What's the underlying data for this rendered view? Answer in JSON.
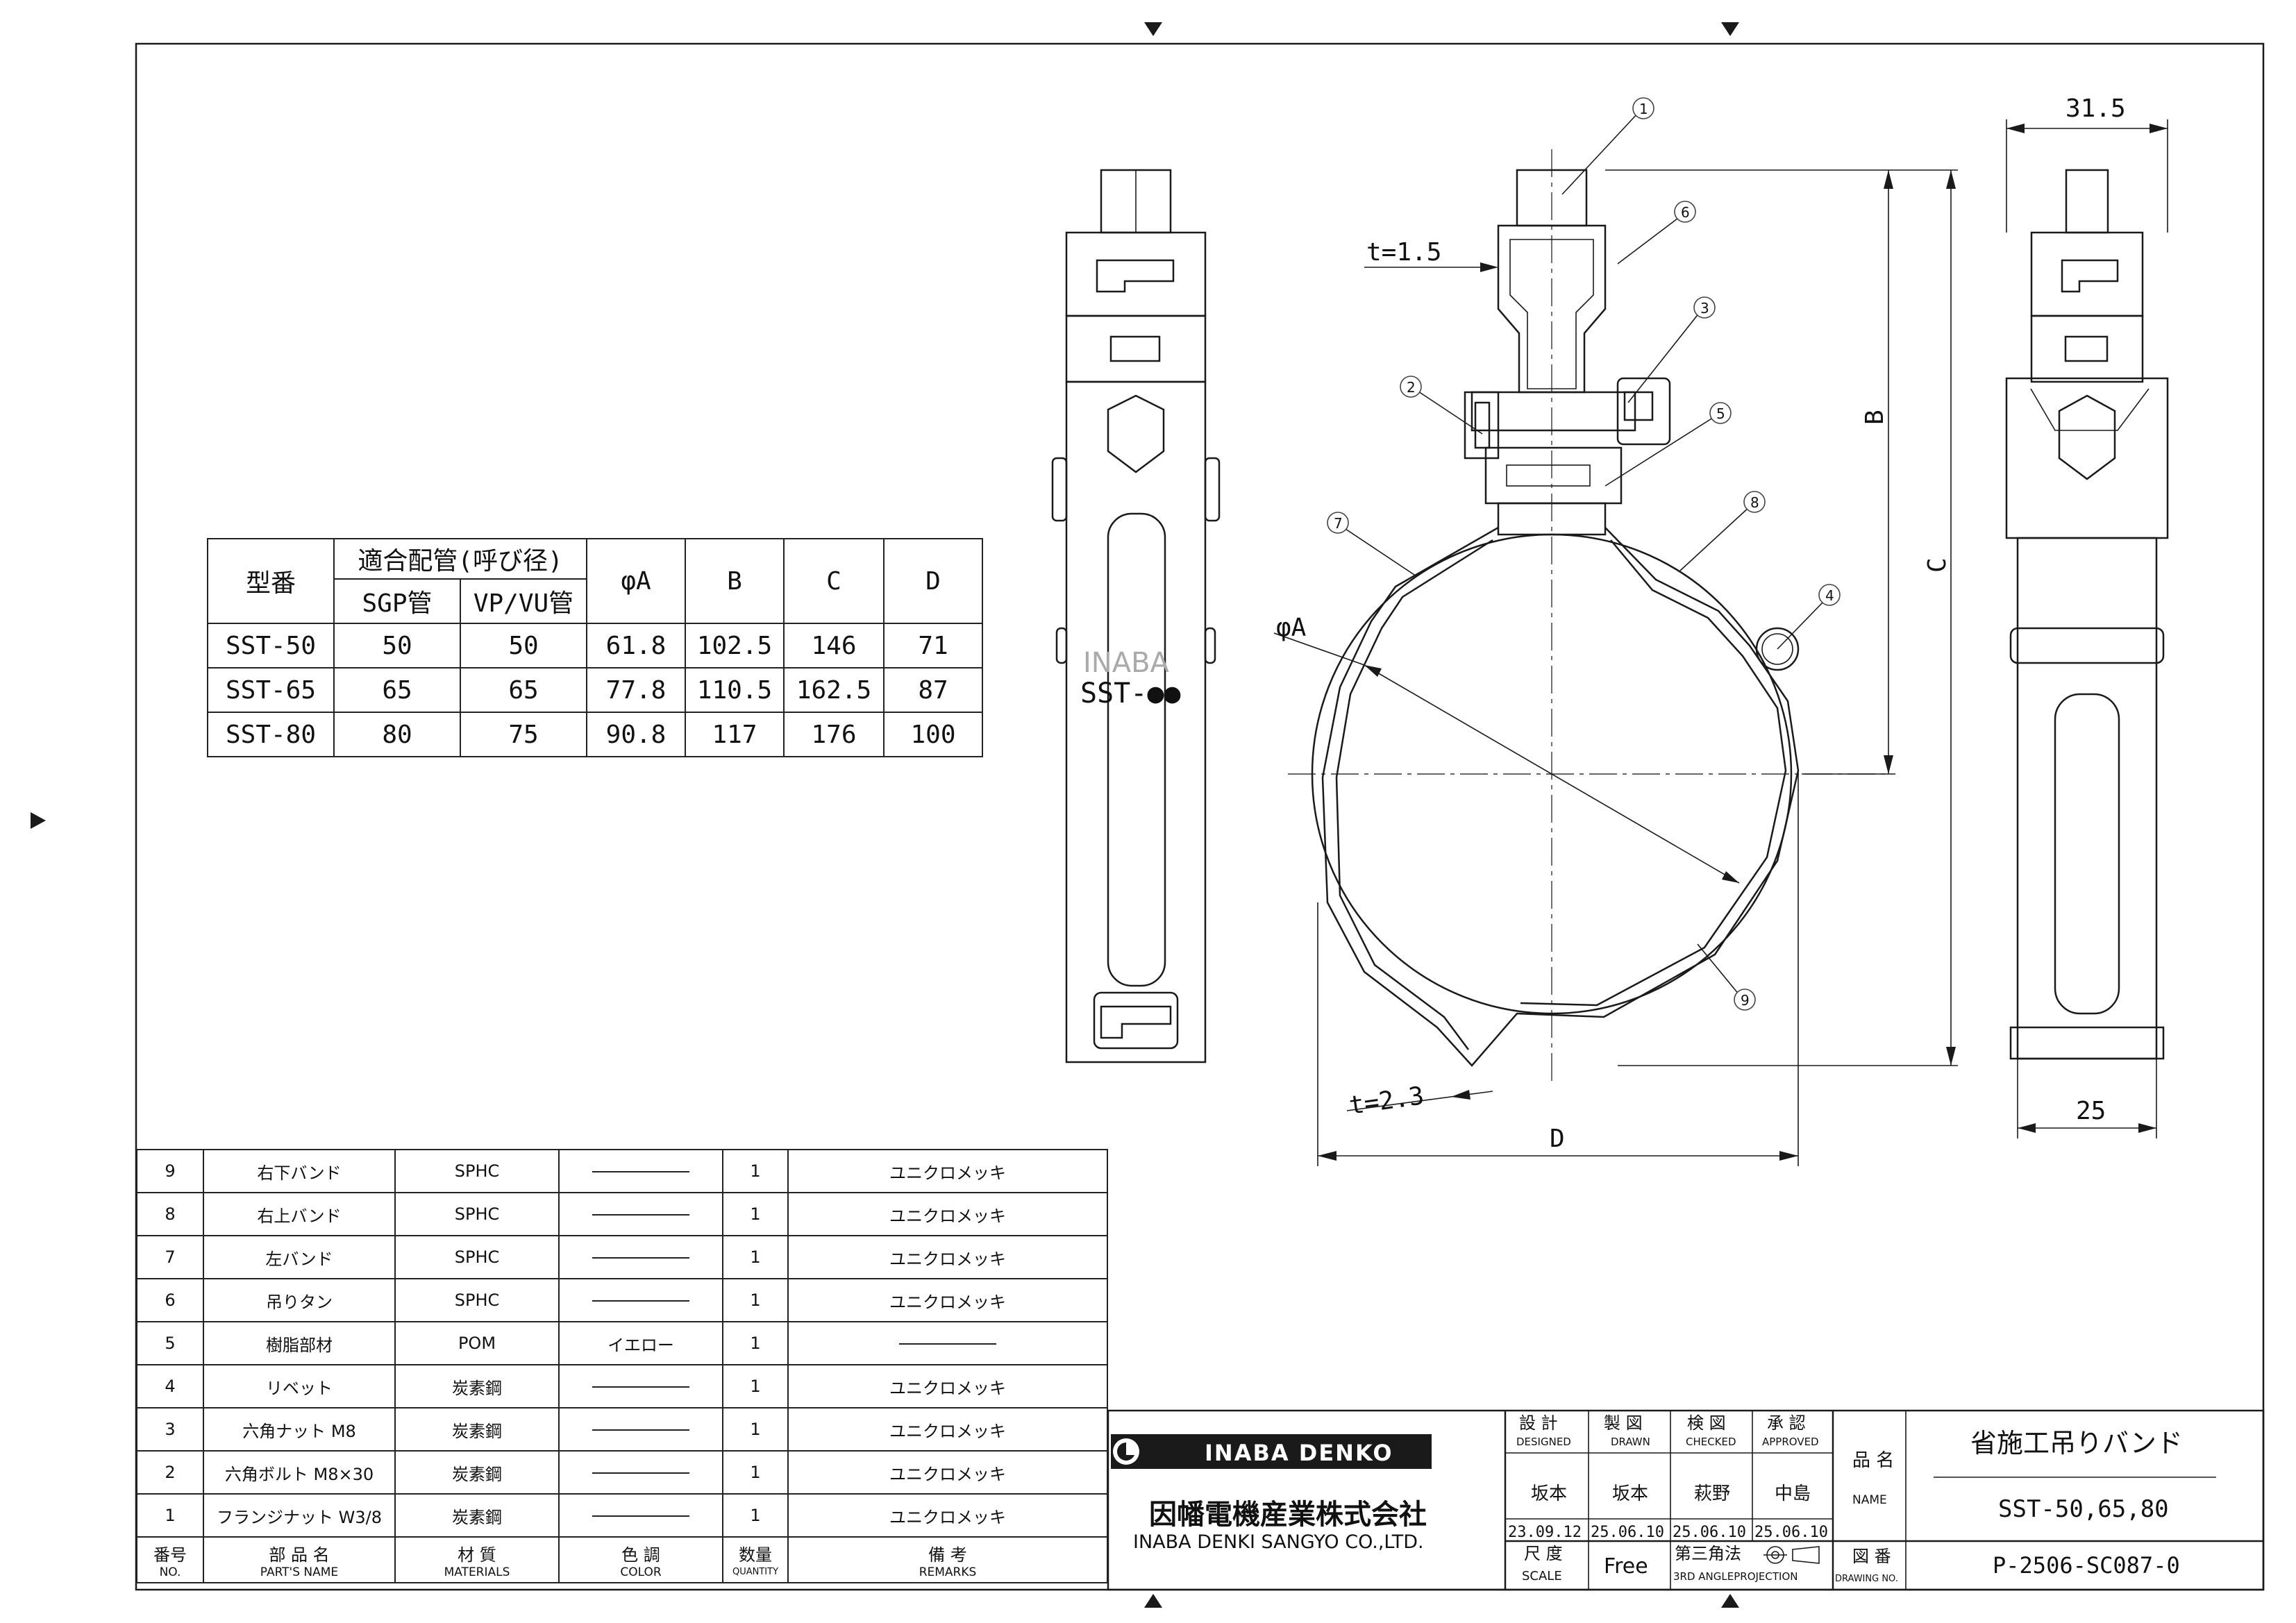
{
  "dimension_table": {
    "headers": {
      "model": "型番",
      "pipe_group": "適合配管(呼び径)",
      "sgp": "SGP管",
      "vpvu": "VP/VU管",
      "a": "φA",
      "b": "B",
      "c": "C",
      "d": "D"
    },
    "rows": [
      {
        "model": "SST-50",
        "sgp": "50",
        "vpvu": "50",
        "a": "61.8",
        "b": "102.5",
        "c": "146",
        "d": "71"
      },
      {
        "model": "SST-65",
        "sgp": "65",
        "vpvu": "65",
        "a": "77.8",
        "b": "110.5",
        "c": "162.5",
        "d": "87"
      },
      {
        "model": "SST-80",
        "sgp": "80",
        "vpvu": "75",
        "a": "90.8",
        "b": "117",
        "c": "176",
        "d": "100"
      }
    ]
  },
  "drawing": {
    "side_mark": "INABA",
    "side_code": "SST-●●",
    "dim_t1": "t=1.5",
    "dim_t2": "t=2.3",
    "dim_a": "φA",
    "dim_b": "B",
    "dim_c": "C",
    "dim_d": "D",
    "dim_width_top": "31.5",
    "dim_width_bottom": "25",
    "balloons": [
      "1",
      "2",
      "3",
      "4",
      "5",
      "6",
      "7",
      "8",
      "9"
    ]
  },
  "parts_list": {
    "rows": [
      {
        "no": "9",
        "name": "右下バンド",
        "material": "SPHC",
        "color": "",
        "qty": "1",
        "remarks": "ユニクロメッキ"
      },
      {
        "no": "8",
        "name": "右上バンド",
        "material": "SPHC",
        "color": "",
        "qty": "1",
        "remarks": "ユニクロメッキ"
      },
      {
        "no": "7",
        "name": "左バンド",
        "material": "SPHC",
        "color": "",
        "qty": "1",
        "remarks": "ユニクロメッキ"
      },
      {
        "no": "6",
        "name": "吊りタン",
        "material": "SPHC",
        "color": "",
        "qty": "1",
        "remarks": "ユニクロメッキ"
      },
      {
        "no": "5",
        "name": "樹脂部材",
        "material": "POM",
        "color": "イエロー",
        "qty": "1",
        "remarks": ""
      },
      {
        "no": "4",
        "name": "リベット",
        "material": "炭素鋼",
        "color": "",
        "qty": "1",
        "remarks": "ユニクロメッキ"
      },
      {
        "no": "3",
        "name": "六角ナット M8",
        "material": "炭素鋼",
        "color": "",
        "qty": "1",
        "remarks": "ユニクロメッキ"
      },
      {
        "no": "2",
        "name": "六角ボルト M8×30",
        "material": "炭素鋼",
        "color": "",
        "qty": "1",
        "remarks": "ユニクロメッキ"
      },
      {
        "no": "1",
        "name": "フランジナット W3/8",
        "material": "炭素鋼",
        "color": "",
        "qty": "1",
        "remarks": "ユニクロメッキ"
      }
    ],
    "header": {
      "no_jp": "番号",
      "no_en": "NO.",
      "name_jp": "部 品 名",
      "name_en": "PART'S NAME",
      "material_jp": "材 質",
      "material_en": "MATERIALS",
      "color_jp": "色 調",
      "color_en": "COLOR",
      "qty_jp": "数量",
      "qty_en": "QUANTITY",
      "remarks_jp": "備 考",
      "remarks_en": "REMARKS"
    }
  },
  "title_block": {
    "brand": "INABA DENKO",
    "company_jp": "因幡電機産業株式会社",
    "company_en": "INABA DENKI SANGYO CO.,LTD.",
    "designed_jp": "設 計",
    "designed_en": "DESIGNED",
    "designed_by": "坂本",
    "designed_date": "23.09.12",
    "drawn_jp": "製 図",
    "drawn_en": "DRAWN",
    "drawn_by": "坂本",
    "drawn_date": "25.06.10",
    "checked_jp": "検 図",
    "checked_en": "CHECKED",
    "checked_by": "萩野",
    "checked_date": "25.06.10",
    "approved_jp": "承 認",
    "approved_en": "APPROVED",
    "approved_by": "中島",
    "approved_date": "25.06.10",
    "name_jp": "品 名",
    "name_en": "NAME",
    "product_name": "省施工吊りバンド",
    "product_models": "SST-50,65,80",
    "scale_jp": "尺 度",
    "scale_en": "SCALE",
    "scale": "Free",
    "projection_jp": "第三角法",
    "projection_en": "3RD ANGLEPROJECTION",
    "drawing_no_jp": "図 番",
    "drawing_no_en": "DRAWING NO.",
    "drawing_no": "P-2506-SC087-0"
  }
}
